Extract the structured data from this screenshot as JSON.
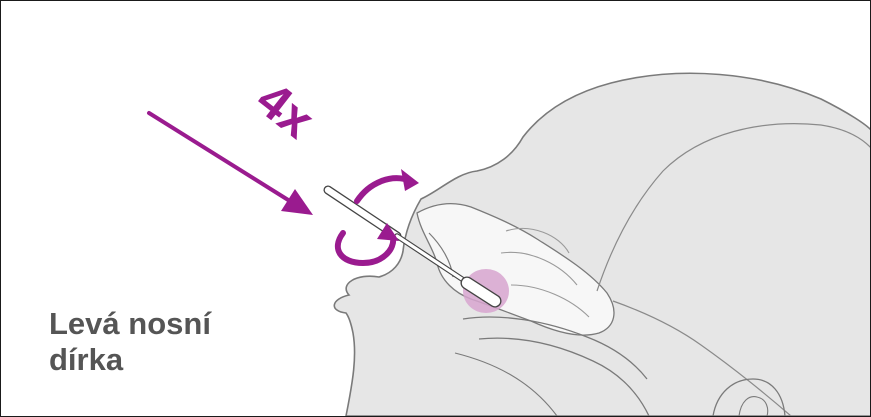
{
  "diagram": {
    "repeat_count": "4x",
    "nostril_label": {
      "line1": "Levá nosní",
      "line2": "dírka"
    },
    "colors": {
      "accent": "#9a1b8f",
      "face_fill": "#e6e6e6",
      "outline": "#7a7a7a",
      "text": "#555555",
      "target_highlight": "#d7a5cf"
    },
    "icons": [
      "direction-arrow-icon",
      "rotation-arrows-icon",
      "nasal-swab"
    ]
  }
}
